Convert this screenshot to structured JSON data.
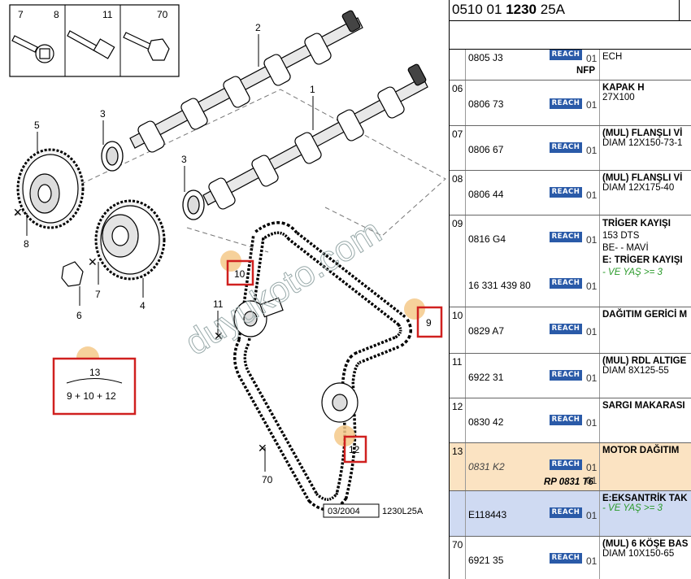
{
  "diagram": {
    "box_labels": [
      "7",
      "8",
      "11",
      "70"
    ],
    "callouts": {
      "c1": "1",
      "c2": "2",
      "c3a": "3",
      "c3b": "3",
      "c4": "4",
      "c5": "5",
      "c6": "6",
      "c7": "7",
      "c8": "8",
      "c9": "9",
      "c10": "10",
      "c11": "11",
      "c12": "12",
      "c13": "13",
      "c70": "70"
    },
    "kit_number": "13",
    "kit_formula": "9 + 10 + 12",
    "footer_date": "03/2004",
    "footer_ref": "1230L25A",
    "watermark": "duyukoto.com"
  },
  "parts": {
    "header_pre": "0510 01 ",
    "header_bold": "1230",
    "header_post": " 25A",
    "reach_label": "REACH",
    "rows": [
      {
        "num": "",
        "code": "0805 J3",
        "qty": "01",
        "desc": "ECH",
        "extra": "NFP"
      },
      {
        "num": "06",
        "code": "0806 73",
        "qty": "01",
        "desc1": "KAPAK H",
        "desc2": "27X100"
      },
      {
        "num": "07",
        "code": "0806 67",
        "qty": "01",
        "desc1": "(MUL) FLANŞLI Vİ",
        "desc2": "DIAM 12X150-73-1"
      },
      {
        "num": "08",
        "code": "0806 44",
        "qty": "01",
        "desc1": "(MUL) FLANŞLI Vİ",
        "desc2": "DIAM 12X175-40"
      },
      {
        "num": "09",
        "code": "0816 G4",
        "qty": "01",
        "desc1": "TRİGER KAYIŞI",
        "desc2": "153 DTS",
        "desc3": "BE- - MAVİ",
        "code2": "16 331 439 80",
        "qty2": "01",
        "desc4": "E: TRİGER KAYIŞI",
        "desc5": "- VE YAŞ >= 3"
      },
      {
        "num": "10",
        "code": "0829 A7",
        "qty": "01",
        "desc1": "DAĞITIM GERİCİ M"
      },
      {
        "num": "11",
        "code": "6922 31",
        "qty": "01",
        "desc1": "(MUL) RDL ALTIGE",
        "desc2": "DIAM 8X125-55"
      },
      {
        "num": "12",
        "code": "0830 42",
        "qty": "01",
        "desc1": "SARGI MAKARASI"
      },
      {
        "num": "13",
        "code": "0831 K2",
        "qty": "01",
        "qty_b": "01",
        "desc1": "MOTOR DAĞITIM",
        "extra": "RP 0831 T6"
      },
      {
        "num": "",
        "code": "E118443",
        "qty": "01",
        "desc1": "E:EKSANTRİK TAK",
        "desc2": "- VE YAŞ >= 3"
      },
      {
        "num": "70",
        "code": "6921 35",
        "qty": "01",
        "desc1": "(MUL) 6 KÖŞE BAS",
        "desc2": "DIAM 10X150-65"
      }
    ]
  },
  "colors": {
    "highlight_red": "#d0201f",
    "reach_blue": "#2a5aa8",
    "orange_marker": "#f5c98a",
    "row13_bg": "#fbe3c2",
    "row13b_bg": "#cfdaf2"
  }
}
